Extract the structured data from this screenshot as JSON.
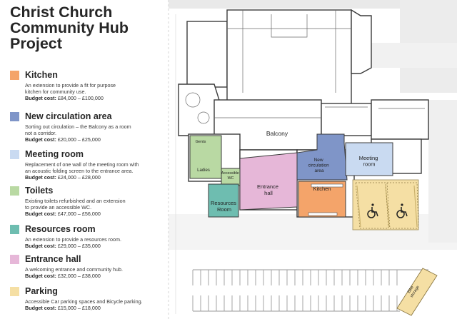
{
  "title_lines": [
    "Christ Church",
    "Community Hub",
    "Project"
  ],
  "budget_prefix": "Budget cost:",
  "legend": [
    {
      "name": "Kitchen",
      "color": "#f4a46a",
      "desc": [
        "An extension to provide a fit for purpose",
        "kitchen for community use."
      ],
      "budget": "£84,000 – £100,000"
    },
    {
      "name": "New circulation area",
      "color": "#7f95c8",
      "desc": [
        "Sorting out circulation – the Balcony as a room",
        "not a corridor."
      ],
      "budget": "£20,000 – £25,000"
    },
    {
      "name": "Meeting room",
      "color": "#c9daf1",
      "desc": [
        "Replacement of one wall of the meeting room with",
        "an acoustic folding screen to the entrance area."
      ],
      "budget": "£24,000 – £28,000"
    },
    {
      "name": "Toilets",
      "color": "#b9d9a3",
      "desc": [
        "Existing toilets refurbished and an extension",
        "to provide an accessible WC."
      ],
      "budget": "£47,000 – £56,000"
    },
    {
      "name": "Resources room",
      "color": "#6ebdb0",
      "desc": [
        "An extension to provide a resources room."
      ],
      "budget": "£29,000 – £35,000"
    },
    {
      "name": "Entrance hall",
      "color": "#e6b7d8",
      "desc": [
        "A welcoming entrance and community hub."
      ],
      "budget": "£32,000 – £38,000"
    },
    {
      "name": "Parking",
      "color": "#f5dfa4",
      "desc": [
        "Accessible Car parking spaces and Bicycle parking."
      ],
      "budget": "£15,000 – £18,000"
    }
  ],
  "plan_labels": {
    "balcony": "Balcony",
    "gents": "Gents",
    "ladies": "Ladies",
    "accessible_wc": [
      "Accessible",
      "WC"
    ],
    "resources_room": [
      "Resources",
      "Room"
    ],
    "entrance_hall": [
      "Entrance",
      "hall"
    ],
    "new_circulation": [
      "New",
      "circulation",
      "area"
    ],
    "kitchen": "Kitchen",
    "meeting_room": [
      "Meeting",
      "room"
    ],
    "bike_storage": [
      "Bike",
      "storage"
    ]
  },
  "icons": [
    "wheelchair-icon",
    "wheelchair-icon"
  ]
}
